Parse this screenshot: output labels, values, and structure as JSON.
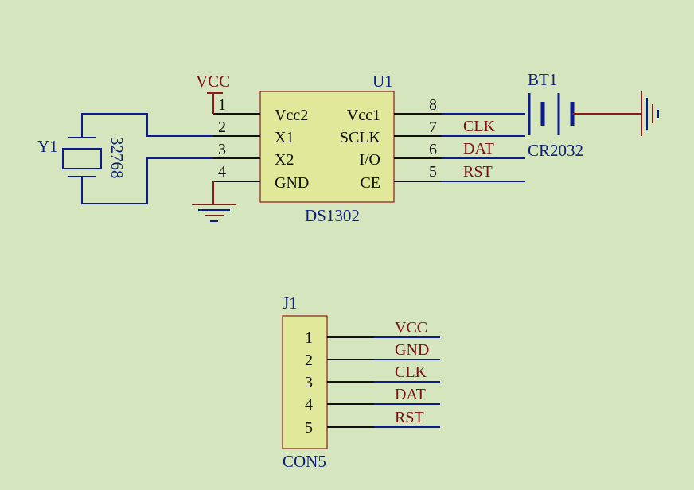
{
  "colors": {
    "background": "#d5e5bd",
    "wire": "#0b1a8c",
    "power": "#8b1a1a",
    "component_fill": "#e1e89a",
    "component_border": "#8b1a1a",
    "pin_line": "#111111",
    "designator_text": "#0d1f7a",
    "net_label_text": "#7a0f0f"
  },
  "u1": {
    "designator": "U1",
    "part": "DS1302",
    "left_pins": [
      {
        "num": "1",
        "name": "Vcc2"
      },
      {
        "num": "2",
        "name": "X1"
      },
      {
        "num": "3",
        "name": "X2"
      },
      {
        "num": "4",
        "name": "GND"
      }
    ],
    "right_pins": [
      {
        "num": "8",
        "name": "Vcc1",
        "net": ""
      },
      {
        "num": "7",
        "name": "SCLK",
        "net": "CLK"
      },
      {
        "num": "6",
        "name": "I/O",
        "net": "DAT"
      },
      {
        "num": "5",
        "name": "CE",
        "net": "RST"
      }
    ]
  },
  "vcc_port": "VCC",
  "y1": {
    "designator": "Y1",
    "value": "32768"
  },
  "bt1": {
    "designator": "BT1",
    "value": "CR2032"
  },
  "j1": {
    "designator": "J1",
    "part": "CON5",
    "pins": [
      {
        "num": "1",
        "net": "VCC"
      },
      {
        "num": "2",
        "net": "GND"
      },
      {
        "num": "3",
        "net": "CLK"
      },
      {
        "num": "4",
        "net": "DAT"
      },
      {
        "num": "5",
        "net": "RST"
      }
    ]
  }
}
